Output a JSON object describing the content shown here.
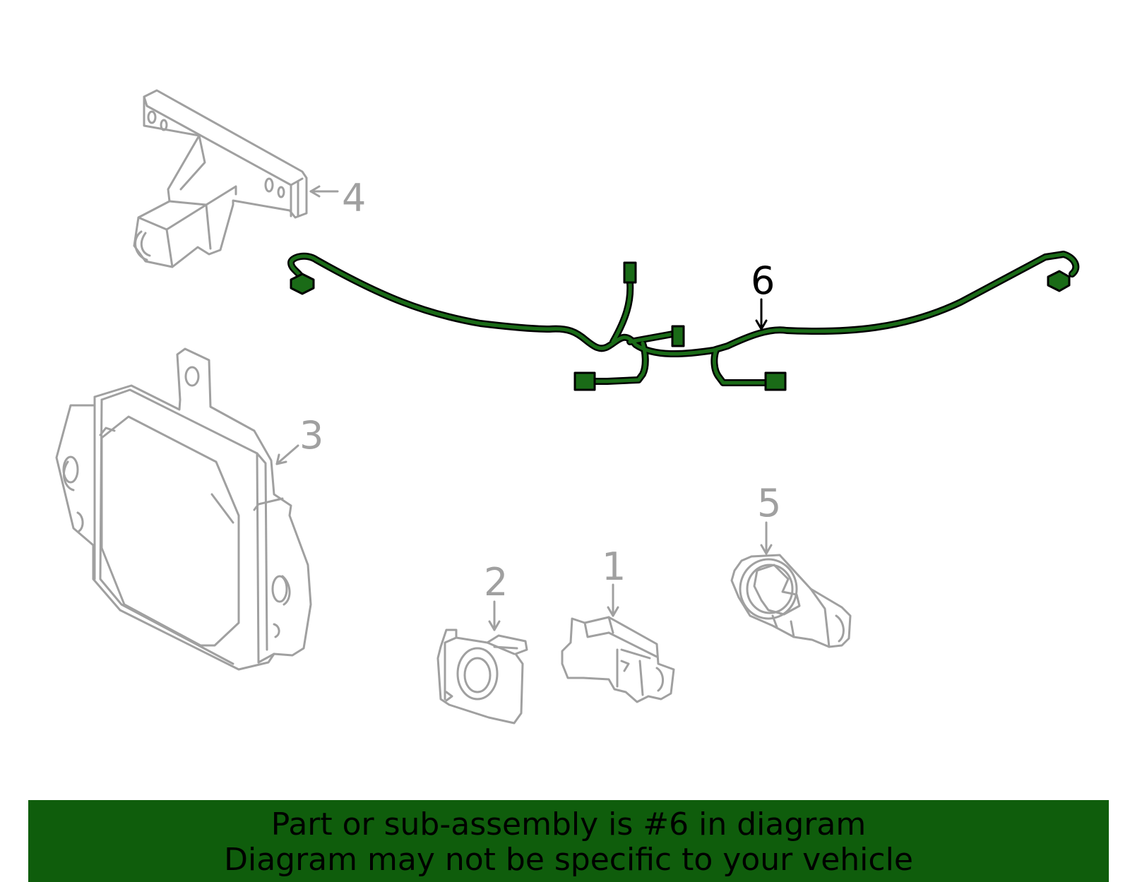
{
  "callouts": [
    {
      "id": "1",
      "text": "1",
      "highlighted": false
    },
    {
      "id": "2",
      "text": "2",
      "highlighted": false
    },
    {
      "id": "3",
      "text": "3",
      "highlighted": false
    },
    {
      "id": "4",
      "text": "4",
      "highlighted": false
    },
    {
      "id": "5",
      "text": "5",
      "highlighted": false
    },
    {
      "id": "6",
      "text": "6",
      "highlighted": true
    }
  ],
  "banner": {
    "line1": "Part or sub-assembly is #6 in diagram",
    "line2": "Diagram may not be specific to your vehicle"
  },
  "colors": {
    "highlight_part": "#1a6b17",
    "banner_background": "#0f5d0c",
    "dim_part": "#a0a0a0",
    "outline": "#000000"
  }
}
